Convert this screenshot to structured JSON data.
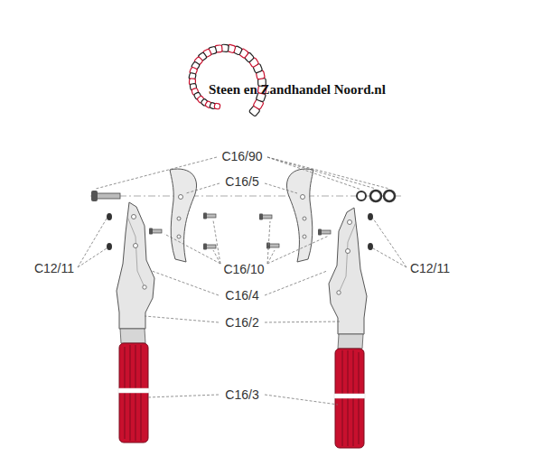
{
  "diagram": {
    "labels": [
      "Steen en Zandhandel Noord.nl",
      "C16/90",
      "C16/5",
      "C12/11",
      "C12/11",
      "C16/10",
      "C16/4",
      "C16/2",
      "C16/3"
    ]
  }
}
